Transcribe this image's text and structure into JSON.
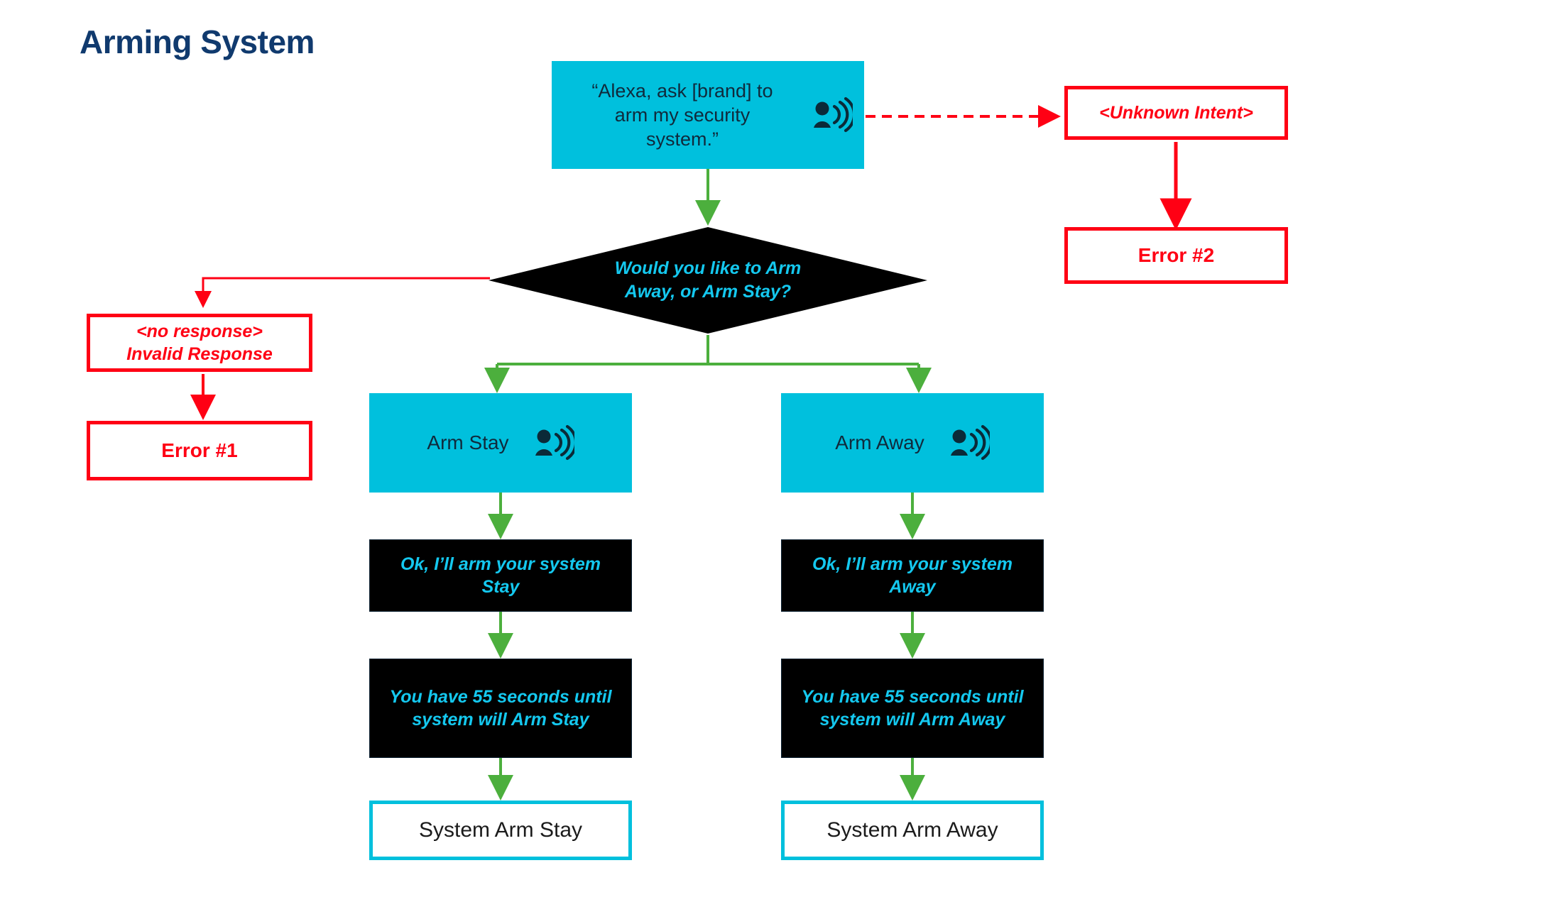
{
  "page": {
    "title": "Arming System",
    "title_color": "#103a6e",
    "background": "#ffffff"
  },
  "palette": {
    "cyan": "#00c0dd",
    "cyan_text": "#14c8ef",
    "navy_text": "#102a3c",
    "red": "#ff0014",
    "green": "#4caf3d",
    "black": "#000000",
    "white": "#ffffff"
  },
  "nodes": {
    "utterance_root": {
      "text": "“Alexa, ask [brand] to arm my security system.”",
      "icon": "voice-user-icon",
      "type": "user-utterance",
      "fill": "#00c0dd"
    },
    "unknown_intent": {
      "text": "<Unknown Intent>",
      "type": "error-path",
      "style": "red-italic"
    },
    "error_2": {
      "text": "Error #2",
      "type": "error-terminal",
      "style": "red-bold"
    },
    "decision": {
      "text": "Would you like to Arm Away, or Arm Stay?",
      "type": "decision-prompt",
      "fill": "#000000"
    },
    "no_response": {
      "line1": "<no response>",
      "line2": "Invalid Response",
      "type": "error-path",
      "style": "red-italic"
    },
    "error_1": {
      "text": "Error #1",
      "type": "error-terminal",
      "style": "red-bold"
    },
    "arm_stay_box": {
      "text": "Arm Stay",
      "icon": "voice-user-icon",
      "type": "user-utterance",
      "fill": "#00c0dd"
    },
    "arm_away_box": {
      "text": "Arm Away",
      "icon": "voice-user-icon",
      "type": "user-utterance",
      "fill": "#00c0dd"
    },
    "response_stay": {
      "text": "Ok, I’ll arm your system Stay",
      "type": "system-response",
      "fill": "#000000"
    },
    "response_away": {
      "text": "Ok, I’ll arm your system Away",
      "type": "system-response",
      "fill": "#000000"
    },
    "timer_stay": {
      "text": "You have 55 seconds until system will Arm Stay",
      "seconds": 55,
      "type": "system-response",
      "fill": "#000000"
    },
    "timer_away": {
      "text": "You have 55 seconds until system will Arm Away",
      "seconds": 55,
      "type": "system-response",
      "fill": "#000000"
    },
    "system_arm_stay": {
      "text": "System Arm Stay",
      "type": "outcome",
      "border": "#00c0dd"
    },
    "system_arm_away": {
      "text": "System Arm Away",
      "type": "outcome",
      "border": "#00c0dd"
    }
  },
  "edges": [
    {
      "from": "utterance_root",
      "to": "unknown_intent",
      "style": "dashed",
      "color": "#ff0014"
    },
    {
      "from": "unknown_intent",
      "to": "error_2",
      "style": "solid",
      "color": "#ff0014"
    },
    {
      "from": "utterance_root",
      "to": "decision",
      "style": "solid",
      "color": "#4caf3d"
    },
    {
      "from": "decision",
      "to": "no_response",
      "style": "solid",
      "color": "#ff0014"
    },
    {
      "from": "no_response",
      "to": "error_1",
      "style": "solid",
      "color": "#ff0014"
    },
    {
      "from": "decision",
      "to": "arm_stay_box",
      "style": "solid",
      "color": "#4caf3d"
    },
    {
      "from": "decision",
      "to": "arm_away_box",
      "style": "solid",
      "color": "#4caf3d"
    },
    {
      "from": "arm_stay_box",
      "to": "response_stay",
      "style": "solid",
      "color": "#4caf3d"
    },
    {
      "from": "response_stay",
      "to": "timer_stay",
      "style": "solid",
      "color": "#4caf3d"
    },
    {
      "from": "timer_stay",
      "to": "system_arm_stay",
      "style": "solid",
      "color": "#4caf3d"
    },
    {
      "from": "arm_away_box",
      "to": "response_away",
      "style": "solid",
      "color": "#4caf3d"
    },
    {
      "from": "response_away",
      "to": "timer_away",
      "style": "solid",
      "color": "#4caf3d"
    },
    {
      "from": "timer_away",
      "to": "system_arm_away",
      "style": "solid",
      "color": "#4caf3d"
    }
  ]
}
